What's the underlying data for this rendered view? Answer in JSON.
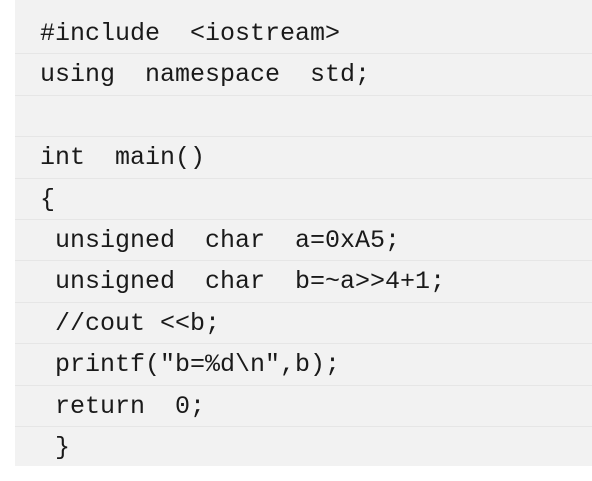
{
  "code": {
    "lines": [
      "#include  <iostream>",
      "using  namespace  std;",
      "",
      "int  main()",
      "{",
      " unsigned  char  a=0xA5;",
      " unsigned  char  b=~a>>4+1;",
      " //cout <<b;",
      " printf(\"b=%d\\n\",b);",
      " return  0;",
      " }"
    ]
  }
}
